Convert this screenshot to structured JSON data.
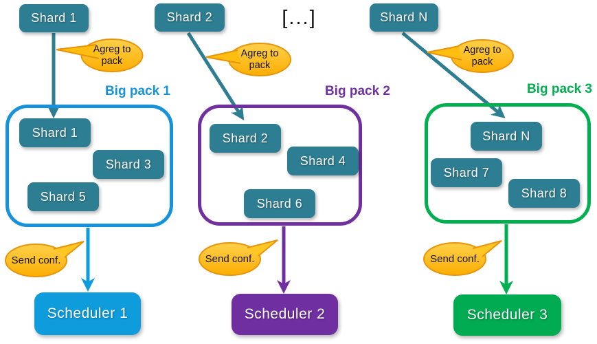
{
  "diagram": {
    "ellipsis": "[...]",
    "shard_fill": "#2E7E93",
    "bubble_fill": "#FFC000",
    "bubble_border": "#E8940A",
    "columns": [
      {
        "source_label": "Shard 1",
        "agreg_label": "Agreg to pack",
        "pack_title": "Big pack 1",
        "pack_shards": [
          "Shard 1",
          "Shard 3",
          "Shard 5"
        ],
        "send_label": "Send conf.",
        "scheduler_label": "Scheduler 1",
        "accent": "#1592DB"
      },
      {
        "source_label": "Shard 2",
        "agreg_label": "Agreg to pack",
        "pack_title": "Big pack 2",
        "pack_shards": [
          "Shard 2",
          "Shard 4",
          "Shard 6"
        ],
        "send_label": "Send conf.",
        "scheduler_label": "Scheduler 2",
        "accent": "#7030A0"
      },
      {
        "source_label": "Shard N",
        "agreg_label": "Agreg to pack",
        "pack_title": "Big pack 3",
        "pack_shards": [
          "Shard N",
          "Shard 7",
          "Shard 8"
        ],
        "send_label": "Send conf.",
        "scheduler_label": "Scheduler 3",
        "accent": "#00B050"
      }
    ]
  }
}
